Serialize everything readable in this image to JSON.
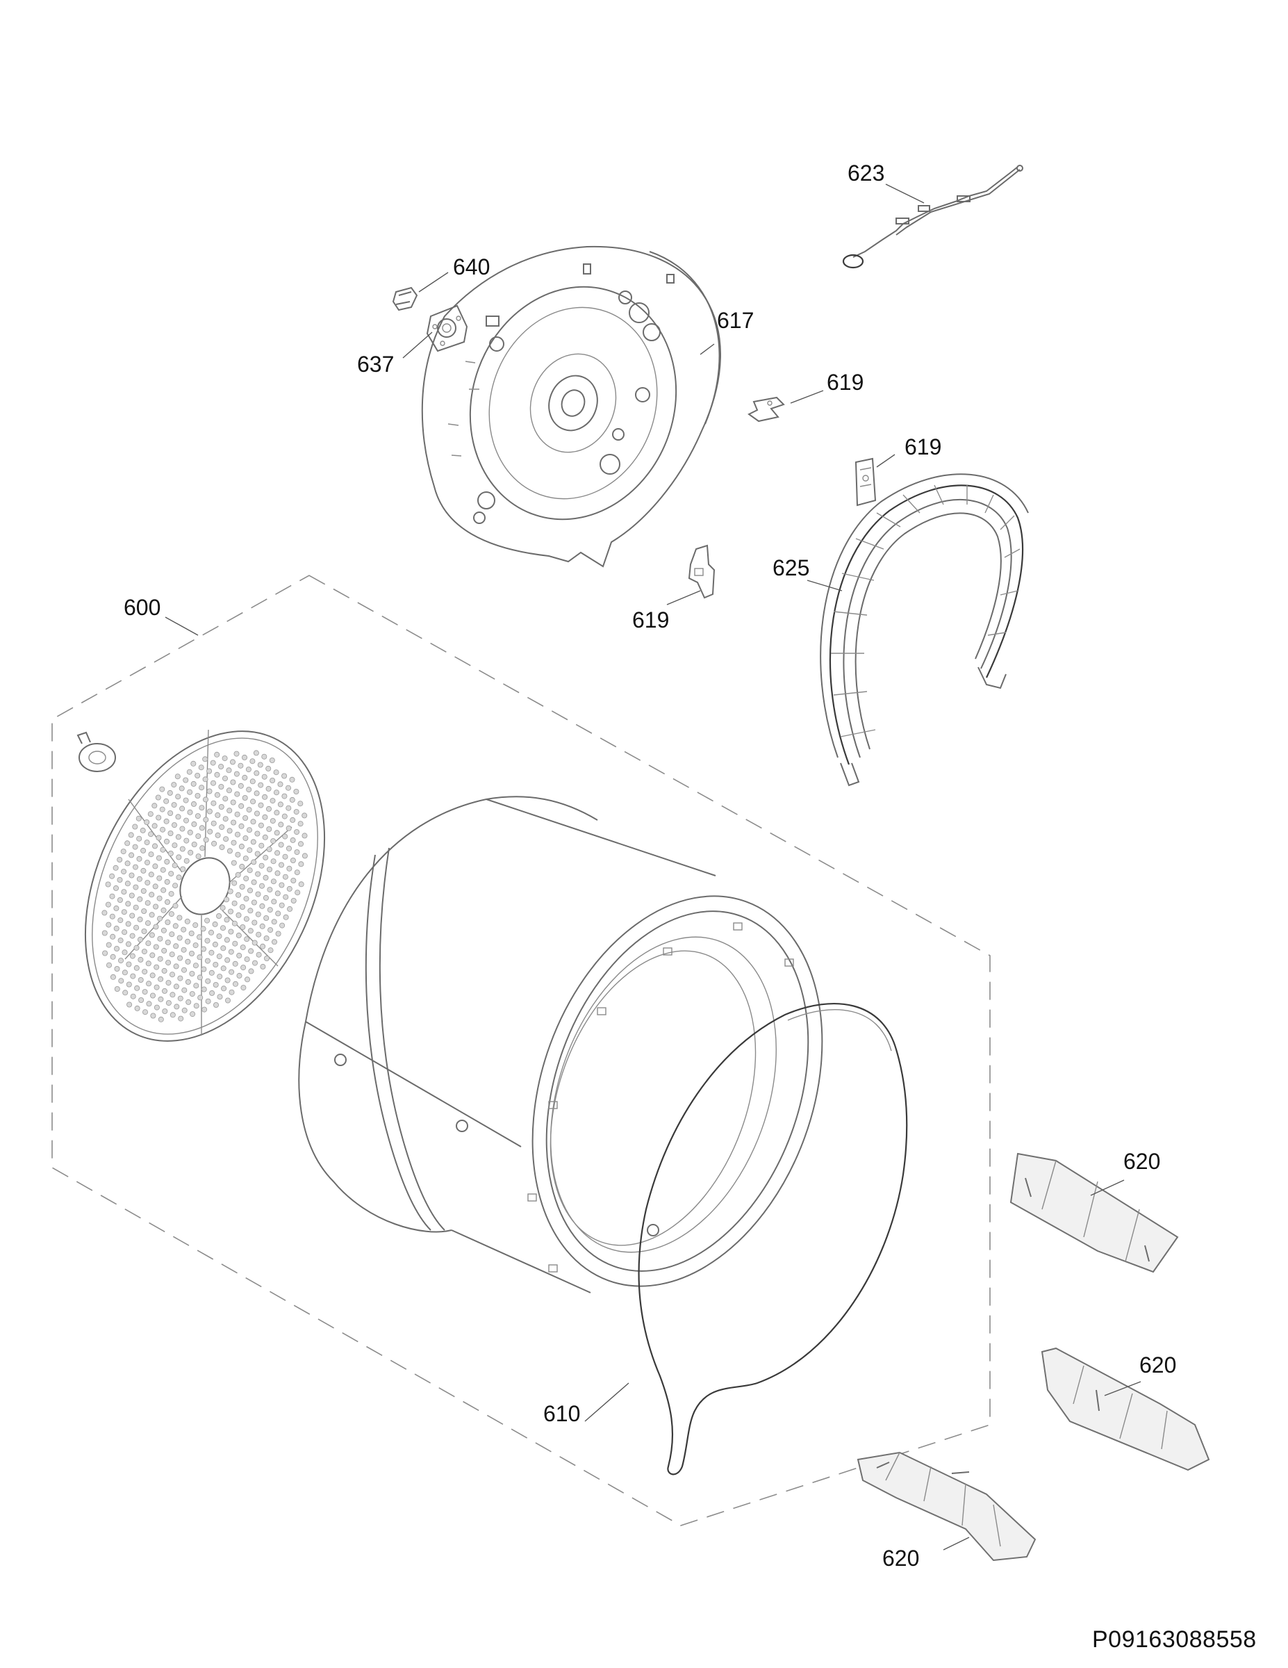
{
  "diagram": {
    "document_id": "P09163088558",
    "callouts": {
      "c623": "623",
      "c640": "640",
      "c617": "617",
      "c637": "637",
      "c619a": "619",
      "c619b": "619",
      "c619c": "619",
      "c625": "625",
      "c600": "600",
      "c620a": "620",
      "c620b": "620",
      "c610": "610",
      "c620c": "620"
    },
    "colors": {
      "line": "#6b6b6b",
      "text": "#111111",
      "background": "#ffffff"
    }
  }
}
